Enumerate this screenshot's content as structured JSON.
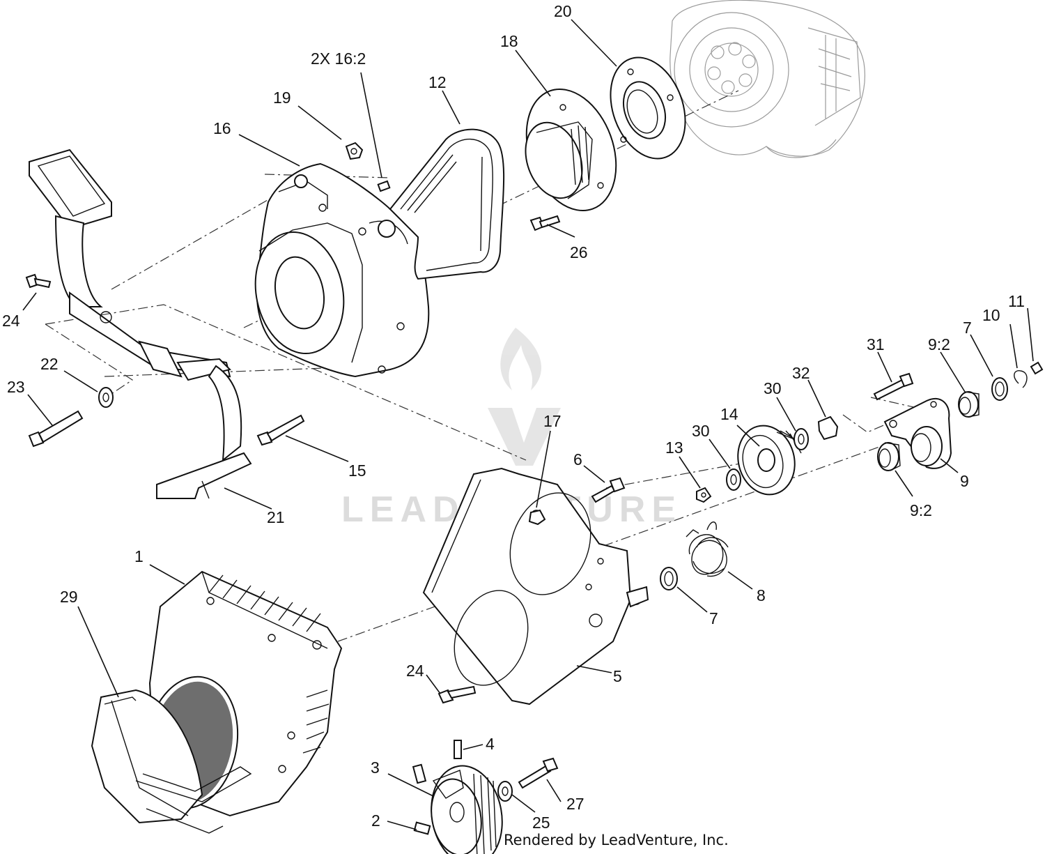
{
  "callouts": [
    {
      "id": "c20",
      "text": "20"
    },
    {
      "id": "c18",
      "text": "18"
    },
    {
      "id": "c2x16",
      "text": "2X 16:2"
    },
    {
      "id": "c12",
      "text": "12"
    },
    {
      "id": "c19",
      "text": "19"
    },
    {
      "id": "c16",
      "text": "16"
    },
    {
      "id": "c26",
      "text": "26"
    },
    {
      "id": "c24a",
      "text": "24"
    },
    {
      "id": "c22",
      "text": "22"
    },
    {
      "id": "c23",
      "text": "23"
    },
    {
      "id": "c15",
      "text": "15"
    },
    {
      "id": "c21",
      "text": "21"
    },
    {
      "id": "c17",
      "text": "17"
    },
    {
      "id": "c6",
      "text": "6"
    },
    {
      "id": "c13",
      "text": "13"
    },
    {
      "id": "c30a",
      "text": "30"
    },
    {
      "id": "c14",
      "text": "14"
    },
    {
      "id": "c30b",
      "text": "30"
    },
    {
      "id": "c32",
      "text": "32"
    },
    {
      "id": "c31",
      "text": "31"
    },
    {
      "id": "c92a",
      "text": "9:2"
    },
    {
      "id": "c7a",
      "text": "7"
    },
    {
      "id": "c10",
      "text": "10"
    },
    {
      "id": "c11",
      "text": "11"
    },
    {
      "id": "c9",
      "text": "9"
    },
    {
      "id": "c92b",
      "text": "9:2"
    },
    {
      "id": "c8",
      "text": "8"
    },
    {
      "id": "c7b",
      "text": "7"
    },
    {
      "id": "c1",
      "text": "1"
    },
    {
      "id": "c29",
      "text": "29"
    },
    {
      "id": "c24b",
      "text": "24"
    },
    {
      "id": "c5",
      "text": "5"
    },
    {
      "id": "c4",
      "text": "4"
    },
    {
      "id": "c3",
      "text": "3"
    },
    {
      "id": "c27",
      "text": "27"
    },
    {
      "id": "c2",
      "text": "2"
    },
    {
      "id": "c25",
      "text": "25"
    }
  ],
  "watermark": {
    "text": "LEADVENTURE"
  },
  "footer": {
    "text": "Rendered by LeadVenture, Inc."
  }
}
